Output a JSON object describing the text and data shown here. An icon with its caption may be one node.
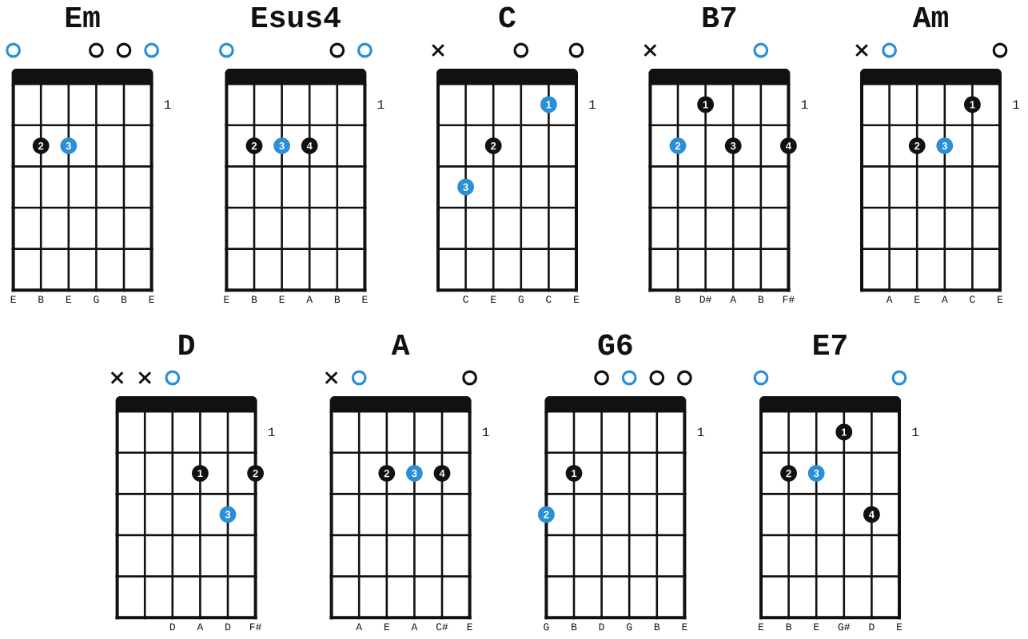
{
  "diagram": {
    "nodes": [
      {
        "text": [
          "Em"
        ],
        "beside": [
          "1",
          "E",
          "B",
          "E",
          "G",
          "B",
          "E"
        ]
      },
      {
        "text": [
          "2"
        ],
        "in": 0
      },
      {
        "text": [
          "3"
        ],
        "in": 0
      },
      {
        "text": [
          "Esus4"
        ],
        "beside": [
          "1",
          "E",
          "B",
          "E",
          "A",
          "B",
          "E"
        ]
      },
      {
        "text": [
          "2"
        ],
        "in": 3
      },
      {
        "text": [
          "3"
        ],
        "in": 3
      },
      {
        "text": [
          "4"
        ],
        "in": 3
      },
      {
        "text": [
          "C"
        ],
        "beside": [
          "1",
          "C",
          "E",
          "G",
          "C",
          "E"
        ]
      },
      {
        "text": [
          "1"
        ],
        "in": 7
      },
      {
        "text": [
          "2"
        ],
        "in": 7
      },
      {
        "text": [
          "3"
        ],
        "in": 7
      },
      {
        "text": [
          "B7"
        ],
        "beside": [
          "1",
          "B",
          "D#",
          "A",
          "B",
          "F#"
        ]
      },
      {
        "text": [
          "1"
        ],
        "in": 11
      },
      {
        "text": [
          "2"
        ],
        "in": 11
      },
      {
        "text": [
          "3"
        ],
        "in": 11
      },
      {
        "text": [
          "4"
        ],
        "in": 11
      },
      {
        "text": [
          "Am"
        ],
        "beside": [
          "1",
          "A",
          "E",
          "A",
          "C",
          "E"
        ]
      },
      {
        "text": [
          "1"
        ],
        "in": 16
      },
      {
        "text": [
          "2"
        ],
        "in": 16
      },
      {
        "text": [
          "3"
        ],
        "in": 16
      },
      {
        "text": [
          "D"
        ],
        "beside": [
          "1",
          "D",
          "A",
          "D",
          "F#"
        ]
      },
      {
        "text": [
          "1"
        ],
        "in": 20
      },
      {
        "text": [
          "2"
        ],
        "in": 20
      },
      {
        "text": [
          "3"
        ],
        "in": 20
      },
      {
        "text": [
          "A"
        ],
        "beside": [
          "1",
          "A",
          "E",
          "A",
          "C#",
          "E"
        ]
      },
      {
        "text": [
          "2"
        ],
        "in": 24
      },
      {
        "text": [
          "3"
        ],
        "in": 24
      },
      {
        "text": [
          "4"
        ],
        "in": 24
      },
      {
        "text": [
          "G6"
        ],
        "beside": [
          "1",
          "G",
          "B",
          "D",
          "G",
          "B",
          "E"
        ]
      },
      {
        "text": [
          "1"
        ],
        "in": 28
      },
      {
        "text": [
          "2"
        ],
        "in": 28
      },
      {
        "text": [
          "E7"
        ],
        "beside": [
          "1",
          "E",
          "B",
          "E",
          "G#",
          "D",
          "E"
        ]
      },
      {
        "text": [
          "1"
        ],
        "in": 31
      },
      {
        "text": [
          "2"
        ],
        "in": 31
      },
      {
        "text": [
          "3"
        ],
        "in": 31
      },
      {
        "text": [
          "4"
        ],
        "in": 31
      }
    ]
  }
}
